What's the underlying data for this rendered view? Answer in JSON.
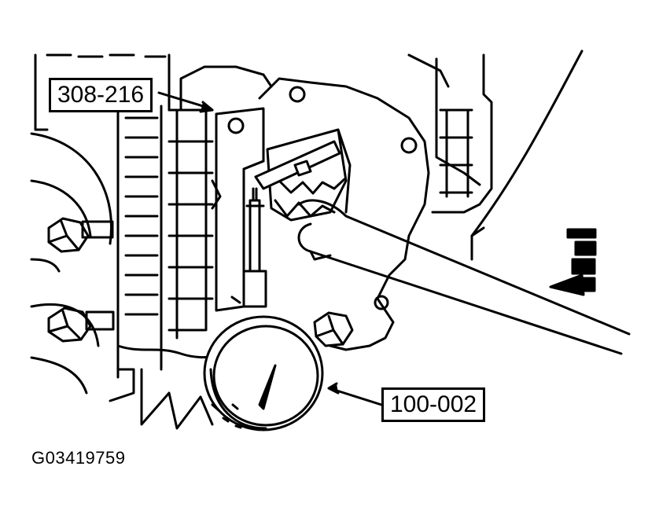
{
  "callouts": {
    "tool_1": "308-216",
    "tool_2": "100-002"
  },
  "figure_id": "G03419759"
}
